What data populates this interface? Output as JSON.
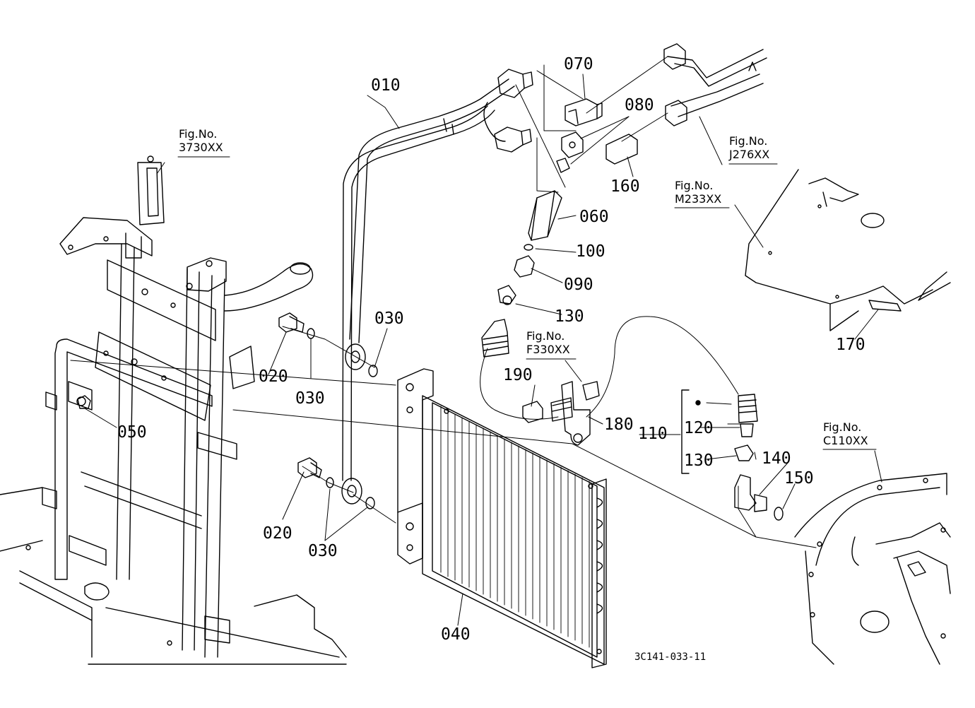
{
  "drawing": {
    "code": "3C141-033-11",
    "colors": {
      "ink": "#000000",
      "background": "#ffffff"
    }
  },
  "figure_refs": [
    {
      "id": "fig-3730",
      "label": "Fig.No.",
      "number": "3730XX"
    },
    {
      "id": "fig-j276",
      "label": "Fig.No.",
      "number": "J276XX"
    },
    {
      "id": "fig-m233",
      "label": "Fig.No.",
      "number": "M233XX"
    },
    {
      "id": "fig-f330",
      "label": "Fig.No.",
      "number": "F330XX"
    },
    {
      "id": "fig-c110",
      "label": "Fig.No.",
      "number": "C110XX"
    }
  ],
  "part_labels": {
    "p010": "010",
    "p070": "070",
    "p080": "080",
    "p160": "160",
    "p060": "060",
    "p100": "100",
    "p090": "090",
    "p130a": "130",
    "p030a": "030",
    "p020a": "020",
    "p030b": "030",
    "p050": "050",
    "p190": "190",
    "p180": "180",
    "p110": "110",
    "p120": "120",
    "p130b": "130",
    "p140": "140",
    "p150": "150",
    "p170": "170",
    "p020b": "020",
    "p030c": "030",
    "p040": "040"
  }
}
